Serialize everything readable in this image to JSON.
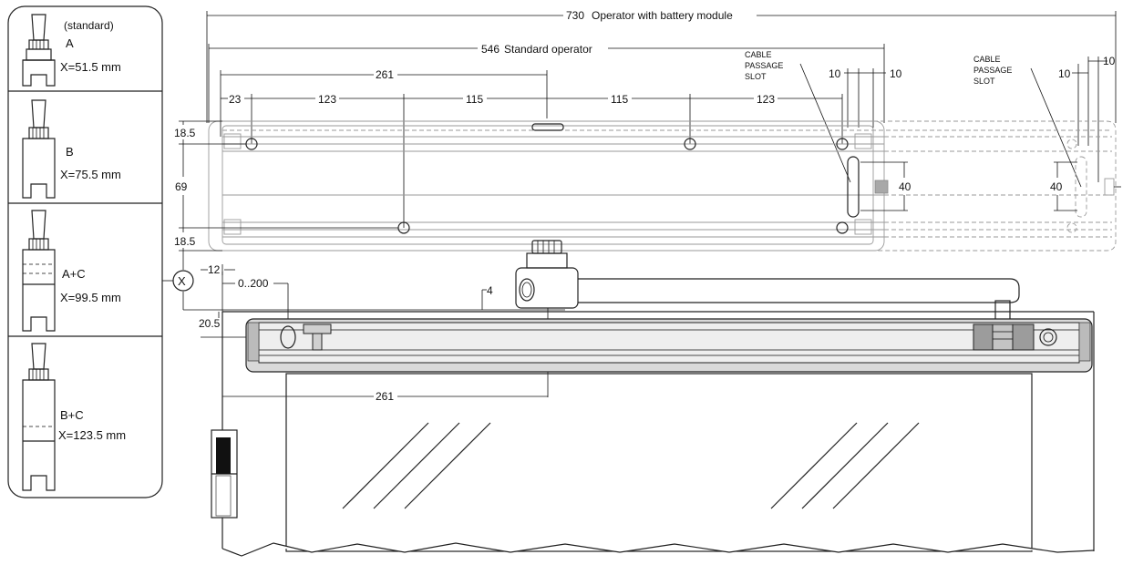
{
  "dimensions": {
    "overall_battery": "730",
    "overall_battery_label": "Operator with battery module",
    "standard": "546",
    "standard_label": "Standard operator",
    "d261_top": "261",
    "d23": "23",
    "d123_left": "123",
    "d115_left": "115",
    "d115_right": "115",
    "d123_right": "123",
    "d10_a": "10",
    "d10_b": "10",
    "d10_c": "10",
    "d10_d": "10",
    "d18_5_top": "18.5",
    "d69": "69",
    "d18_5_bottom": "18.5",
    "d40_a": "40",
    "d40_b": "40",
    "d12": "12",
    "d0_200": "0..200",
    "d4": "4",
    "d20_5": "20.5",
    "d261_bottom": "261",
    "x_marker": "X"
  },
  "notes": {
    "cable_slot_1": [
      "CABLE",
      "PASSAGE",
      "SLOT"
    ],
    "cable_slot_2": [
      "CABLE",
      "PASSAGE",
      "SLOT"
    ]
  },
  "variants": [
    {
      "note": "(standard)",
      "name": "A",
      "x": "X=51.5 mm"
    },
    {
      "note": "",
      "name": "B",
      "x": "X=75.5 mm"
    },
    {
      "note": "",
      "name": "A+C",
      "x": "X=99.5 mm"
    },
    {
      "note": "",
      "name": "B+C",
      "x": "X=123.5 mm"
    }
  ]
}
